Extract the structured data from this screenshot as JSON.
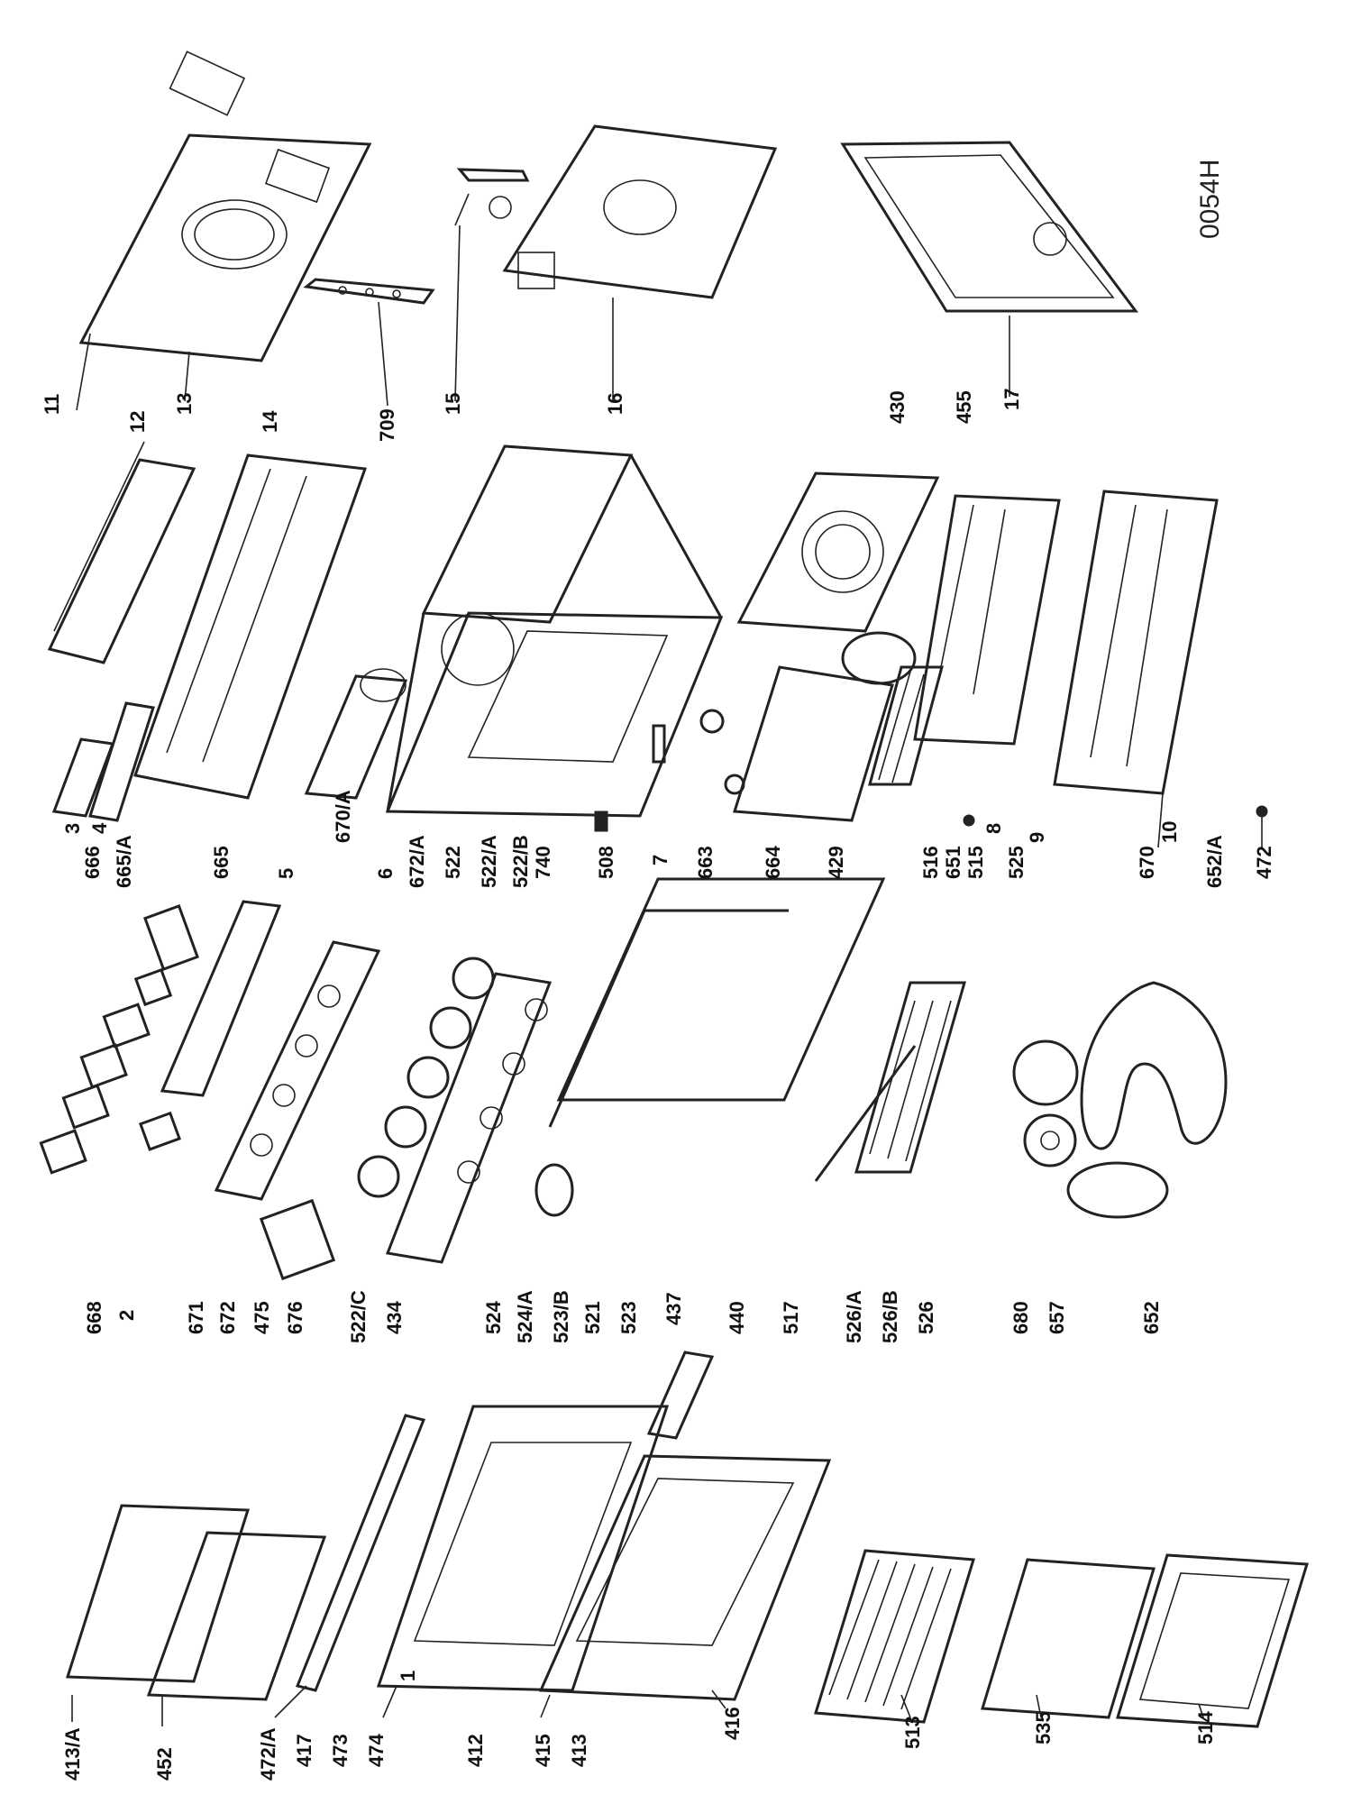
{
  "diagram": {
    "code": "0054H",
    "callouts": [
      "413/A",
      "452",
      "472/A",
      "417",
      "473",
      "474",
      "1",
      "412",
      "415",
      "413",
      "416",
      "513",
      "535",
      "514",
      "668",
      "2",
      "671",
      "672",
      "475",
      "676",
      "522/C",
      "434",
      "524",
      "524/A",
      "523/B",
      "521",
      "523",
      "437",
      "440",
      "517",
      "526/A",
      "526/B",
      "526",
      "680",
      "657",
      "652",
      "666",
      "3",
      "4",
      "665/A",
      "665",
      "5",
      "6",
      "672/A",
      "522",
      "522/A",
      "522/B",
      "740",
      "508",
      "7",
      "663",
      "664",
      "429",
      "516",
      "651",
      "515",
      "8",
      "525",
      "9",
      "670",
      "10",
      "652/A",
      "472",
      "11",
      "12",
      "13",
      "14",
      "709",
      "15",
      "16",
      "670/A",
      "430",
      "455",
      "17"
    ]
  }
}
